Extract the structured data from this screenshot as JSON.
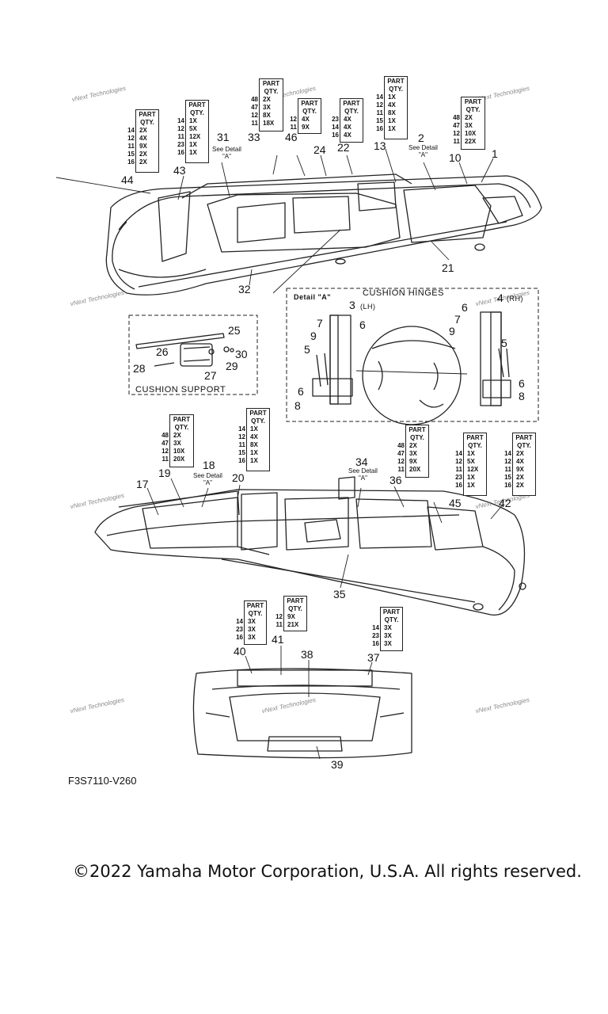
{
  "diagram": {
    "code": "F3S7110-V260",
    "copyright": "©2022 Yamaha Motor Corporation, U.S.A. All rights reserved.",
    "watermark": "vNext Technologies",
    "qty_header": [
      "PART",
      "QTY."
    ],
    "detail_ref": [
      "See Detail",
      "\"A\""
    ],
    "sections": {
      "cushion_hinges": "CUSHION HINGES",
      "cushion_support": "CUSHION SUPPORT",
      "detail_a": "Detail \"A\"",
      "lh": "(LH)",
      "rh": "(RH)"
    },
    "callouts": {
      "c1": "1",
      "c2": "2",
      "c3": "3",
      "c4": "4",
      "c5a": "5",
      "c5b": "5",
      "c6a": "6",
      "c6b": "6",
      "c6c": "6",
      "c6d": "6",
      "c7a": "7",
      "c7b": "7",
      "c8a": "8",
      "c8b": "8",
      "c9a": "9",
      "c9b": "9",
      "c10": "10",
      "c13": "13",
      "c17": "17",
      "c18": "18",
      "c19": "19",
      "c20": "20",
      "c21": "21",
      "c22": "22",
      "c24": "24",
      "c25": "25",
      "c26": "26",
      "c27": "27",
      "c28": "28",
      "c29": "29",
      "c30": "30",
      "c31": "31",
      "c32": "32",
      "c33": "33",
      "c34": "34",
      "c35": "35",
      "c36": "36",
      "c37": "37",
      "c38": "38",
      "c39": "39",
      "c40": "40",
      "c41": "41",
      "c42": "42",
      "c43": "43",
      "c44": "44",
      "c45": "45",
      "c46": "46"
    },
    "qty_boxes": [
      {
        "rows": [
          [
            "14",
            "2X"
          ],
          [
            "12",
            "4X"
          ],
          [
            "11",
            "9X"
          ],
          [
            "15",
            "2X"
          ],
          [
            "16",
            "2X"
          ]
        ]
      },
      {
        "rows": [
          [
            "14",
            "1X"
          ],
          [
            "12",
            "5X"
          ],
          [
            "11",
            "12X"
          ],
          [
            "23",
            "1X"
          ],
          [
            "16",
            "1X"
          ]
        ]
      },
      {
        "rows": [
          [
            "48",
            "2X"
          ],
          [
            "47",
            "3X"
          ],
          [
            "12",
            "8X"
          ],
          [
            "11",
            "18X"
          ]
        ]
      },
      {
        "rows": [
          [
            "12",
            "4X"
          ],
          [
            "11",
            "9X"
          ]
        ]
      },
      {
        "rows": [
          [
            "23",
            "4X"
          ],
          [
            "14",
            "4X"
          ],
          [
            "16",
            "4X"
          ]
        ]
      },
      {
        "rows": [
          [
            "14",
            "1X"
          ],
          [
            "12",
            "4X"
          ],
          [
            "11",
            "8X"
          ],
          [
            "15",
            "1X"
          ],
          [
            "16",
            "1X"
          ]
        ]
      },
      {
        "rows": [
          [
            "48",
            "2X"
          ],
          [
            "47",
            "3X"
          ],
          [
            "12",
            "10X"
          ],
          [
            "11",
            "22X"
          ]
        ]
      },
      {
        "rows": [
          [
            "48",
            "2X"
          ],
          [
            "47",
            "3X"
          ],
          [
            "12",
            "10X"
          ],
          [
            "11",
            "20X"
          ]
        ]
      },
      {
        "rows": [
          [
            "14",
            "1X"
          ],
          [
            "12",
            "4X"
          ],
          [
            "11",
            "8X"
          ],
          [
            "15",
            "1X"
          ],
          [
            "16",
            "1X"
          ]
        ]
      },
      {
        "rows": [
          [
            "48",
            "2X"
          ],
          [
            "47",
            "3X"
          ],
          [
            "12",
            "9X"
          ],
          [
            "11",
            "20X"
          ]
        ]
      },
      {
        "rows": [
          [
            "14",
            "1X"
          ],
          [
            "12",
            "5X"
          ],
          [
            "11",
            "12X"
          ],
          [
            "23",
            "1X"
          ],
          [
            "16",
            "1X"
          ]
        ]
      },
      {
        "rows": [
          [
            "14",
            "2X"
          ],
          [
            "12",
            "4X"
          ],
          [
            "11",
            "9X"
          ],
          [
            "15",
            "2X"
          ],
          [
            "16",
            "2X"
          ]
        ]
      },
      {
        "rows": [
          [
            "14",
            "3X"
          ],
          [
            "23",
            "3X"
          ],
          [
            "16",
            "3X"
          ]
        ]
      },
      {
        "rows": [
          [
            "12",
            "9X"
          ],
          [
            "11",
            "21X"
          ]
        ]
      },
      {
        "rows": [
          [
            "14",
            "3X"
          ],
          [
            "23",
            "3X"
          ],
          [
            "16",
            "3X"
          ]
        ]
      }
    ]
  }
}
